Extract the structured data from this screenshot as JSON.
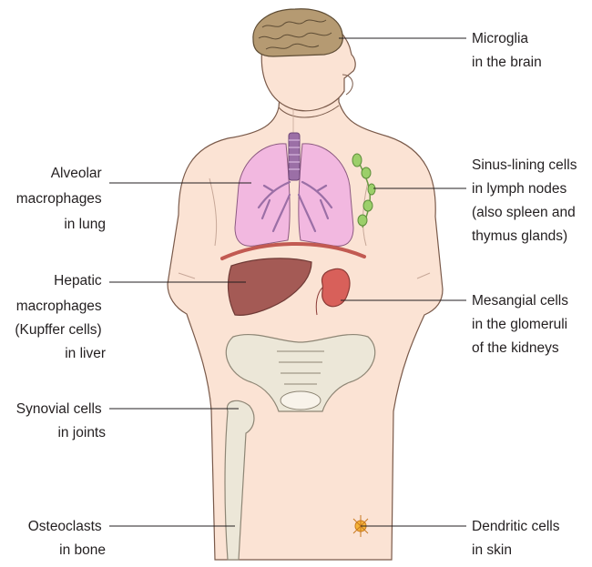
{
  "labels_left": {
    "alveolar": [
      "Alveolar",
      "macrophages",
      "in lung"
    ],
    "hepatic": [
      "Hepatic",
      "macrophages",
      "(Kupffer cells)",
      "in liver"
    ],
    "synovial": [
      "Synovial cells",
      "in joints"
    ],
    "osteoclasts": [
      "Osteoclasts",
      "in bone"
    ]
  },
  "labels_right": {
    "microglia": [
      "Microglia",
      "in the brain"
    ],
    "sinus": [
      "Sinus-lining cells",
      "in lymph nodes",
      "(also spleen and",
      "thymus glands)"
    ],
    "mesangial": [
      "Mesangial cells",
      "in the glomeruli",
      "of the kidneys"
    ],
    "dendritic": [
      "Dendritic cells",
      "in skin"
    ]
  },
  "colors": {
    "skin": "#fbe3d4",
    "outline": "#7a5a4a",
    "brain": "#b59a72",
    "lung": "#f2b8e0",
    "trachea": "#9b6fa6",
    "lymph": "#9ccf6a",
    "liver": "#a45a55",
    "kidney": "#d8605a",
    "diaphragm": "#c25a52",
    "bone": "#ece7d8",
    "leader": "#231f20"
  }
}
